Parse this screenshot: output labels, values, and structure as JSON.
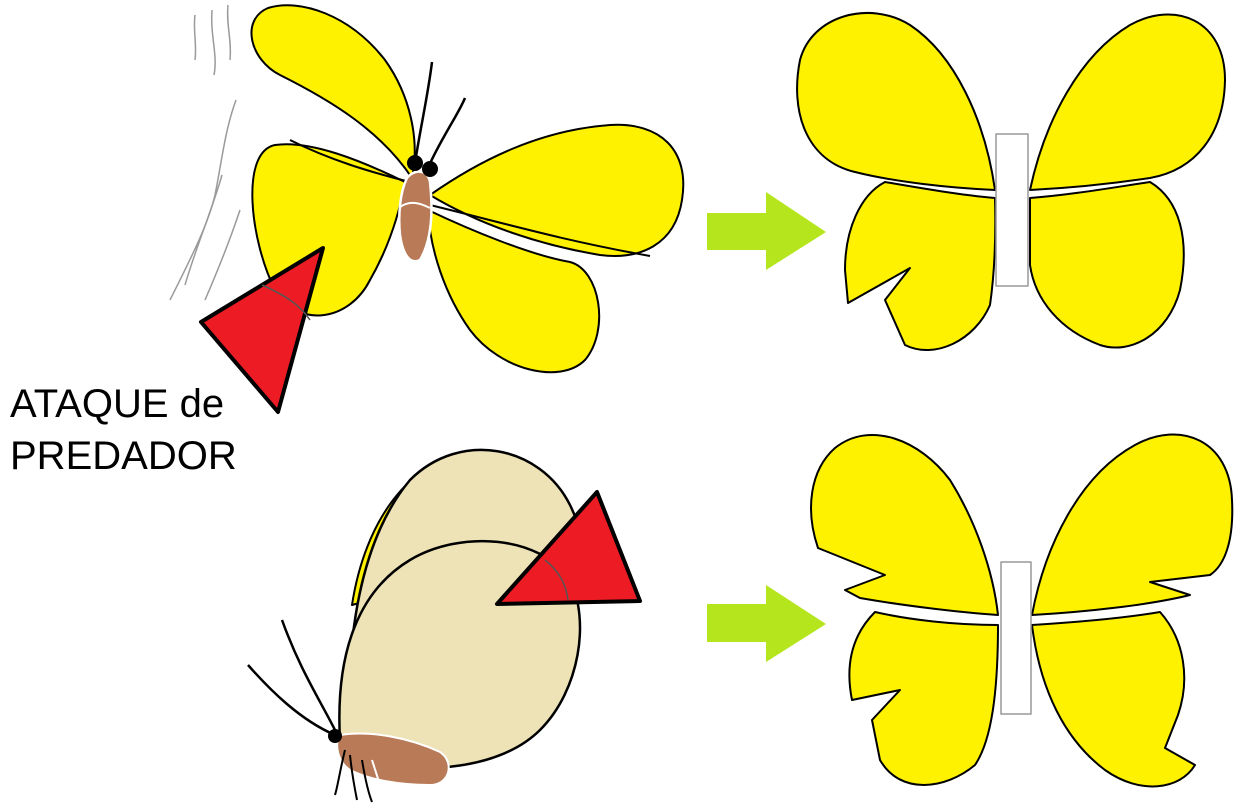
{
  "caption": {
    "line1": "ATAQUE de",
    "line2": "PREDADOR"
  },
  "colors": {
    "wing_yellow": "#FFF200",
    "wing_closed": "#EEE3B6",
    "body_brown": "#B97A57",
    "beak_red": "#ED1C24",
    "arrow_green": "#B5E61D",
    "outline": "#000000"
  },
  "panels": [
    {
      "name": "top-left",
      "description_icon": "butterfly-open-attacked-icon"
    },
    {
      "name": "top-right",
      "description_icon": "butterfly-damaged-hindwings-icon"
    },
    {
      "name": "bottom-left",
      "description_icon": "butterfly-closed-attacked-icon"
    },
    {
      "name": "bottom-right",
      "description_icon": "butterfly-damaged-all-wings-icon"
    }
  ]
}
